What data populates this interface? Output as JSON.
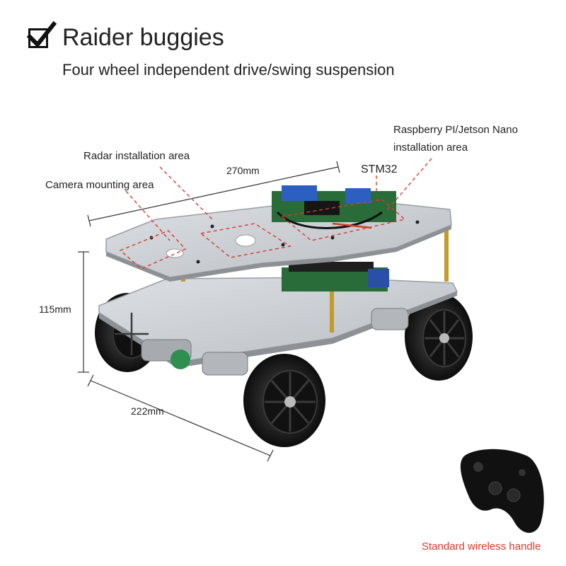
{
  "header": {
    "title": "Raider buggies",
    "subtitle": "Four wheel independent drive/swing suspension"
  },
  "labels": {
    "camera": "Camera mounting area",
    "radar": "Radar installation area",
    "pi_line1": "Raspberry PI/Jetson Nano",
    "pi_line2": "installation area",
    "stm32": "STM32",
    "handle": "Standard wireless handle"
  },
  "dimensions": {
    "length": "270mm",
    "height": "115mm",
    "width": "222mm"
  },
  "colors": {
    "callout_red": "#d93a2b",
    "plate": "#c9ccd0",
    "tire": "#1b1b1b"
  },
  "icons": {
    "header_check": "checkbox-checkmark-icon"
  }
}
